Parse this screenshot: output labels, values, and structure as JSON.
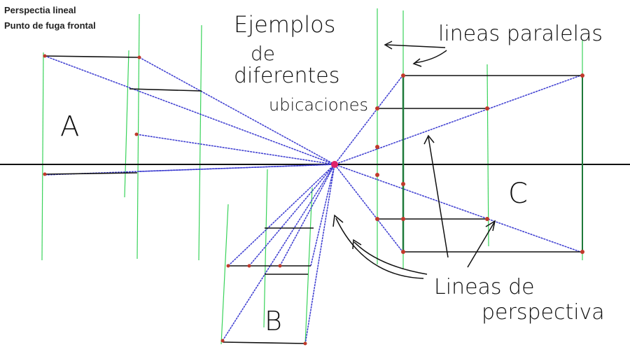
{
  "header": {
    "title_line_1": "Perspectia lineal",
    "title_line_2": "Punto de fuga frontal"
  },
  "annotations": {
    "examples": [
      "Ejemplos",
      "de",
      "diferentes",
      "ubicaciones"
    ],
    "parallel_lines": "lineas paralelas",
    "perspective_lines": [
      "Lineas de",
      "perspectiva"
    ]
  },
  "boxes": {
    "a": "A",
    "b": "B",
    "c": "C"
  },
  "colors": {
    "horizon": "#111111",
    "perspective": "#3a3ad0",
    "vertical": "#39d35a",
    "edge": "#111111",
    "vanishing_point": "#e0206a",
    "vertex": "#c0392b"
  }
}
